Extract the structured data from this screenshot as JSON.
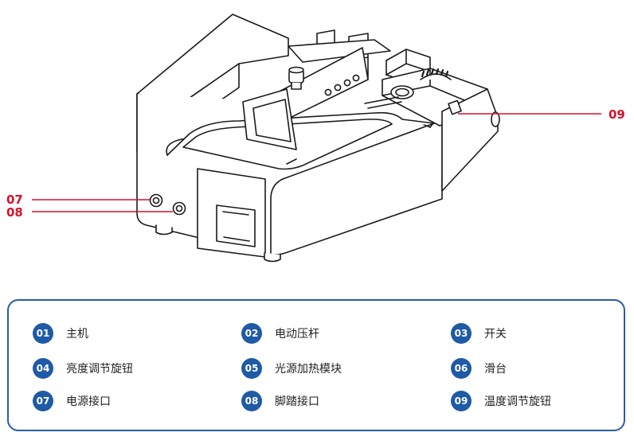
{
  "callouts": [
    {
      "num": "07"
    },
    {
      "num": "08"
    },
    {
      "num": "09"
    }
  ],
  "legend": [
    {
      "num": "01",
      "label": "主机"
    },
    {
      "num": "02",
      "label": "电动压杆"
    },
    {
      "num": "03",
      "label": "开关"
    },
    {
      "num": "04",
      "label": "亮度调节旋钮"
    },
    {
      "num": "05",
      "label": "光源加热模块"
    },
    {
      "num": "06",
      "label": "滑台"
    },
    {
      "num": "07",
      "label": "电源接口"
    },
    {
      "num": "08",
      "label": "脚踏接口"
    },
    {
      "num": "09",
      "label": "温度调节旋钮"
    }
  ],
  "colors": {
    "callout": "#d8102a",
    "badge": "#1f5aa5",
    "frame": "#2a5da4"
  }
}
